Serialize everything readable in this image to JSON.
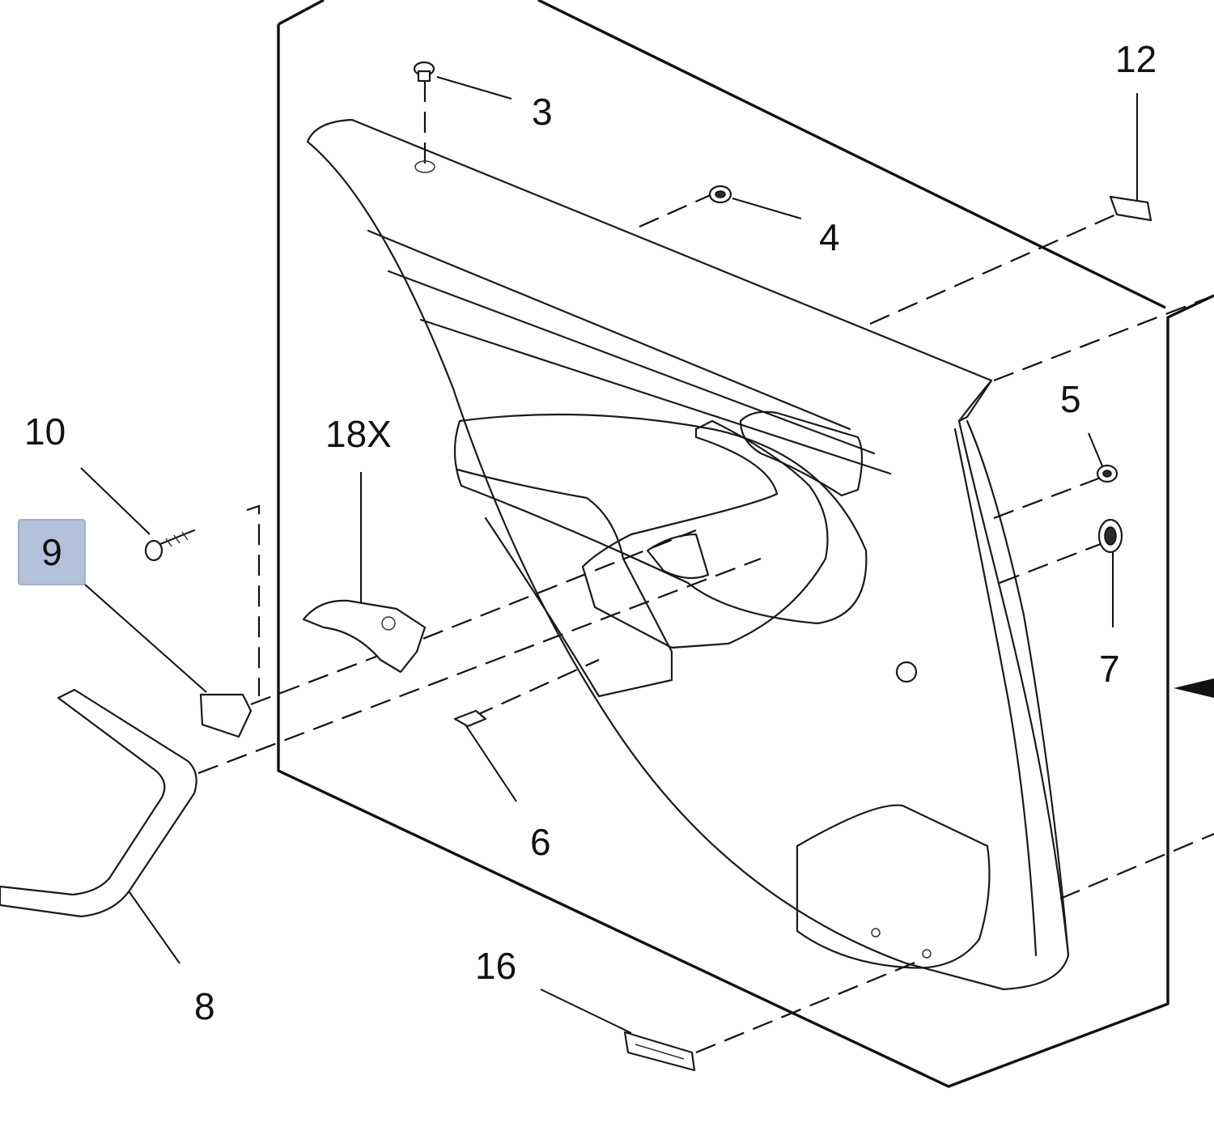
{
  "diagram": {
    "callouts": [
      {
        "id": "c3",
        "label": "3"
      },
      {
        "id": "c4",
        "label": "4"
      },
      {
        "id": "c12",
        "label": "12"
      },
      {
        "id": "c5",
        "label": "5"
      },
      {
        "id": "c7",
        "label": "7"
      },
      {
        "id": "c10",
        "label": "10"
      },
      {
        "id": "c9",
        "label": "9",
        "highlighted": true
      },
      {
        "id": "c18x",
        "label": "18X"
      },
      {
        "id": "c6",
        "label": "6"
      },
      {
        "id": "c8",
        "label": "8"
      },
      {
        "id": "c16",
        "label": "16"
      }
    ],
    "highlight_color": "#b3c1da",
    "line_color": "#1a1a1a"
  }
}
